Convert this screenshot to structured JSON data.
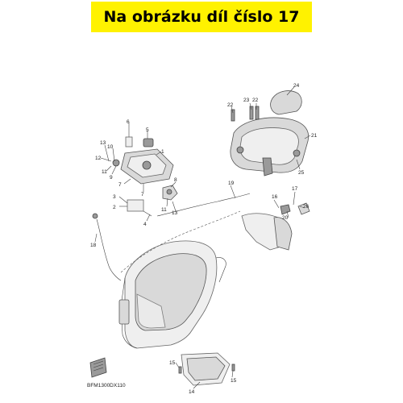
{
  "header": {
    "title": "Na obrázku díl číslo 17",
    "bg_color": "#fff200"
  },
  "diagram": {
    "code": "BFM1300DX110",
    "labels": [
      "24",
      "23",
      "22",
      "22",
      "21",
      "25",
      "6",
      "5",
      "1",
      "13",
      "10",
      "12",
      "9",
      "11",
      "3",
      "2",
      "8",
      "7",
      "7",
      "11",
      "13",
      "4",
      "19",
      "16",
      "17",
      "20",
      "26",
      "18",
      "14",
      "15",
      "15"
    ]
  }
}
